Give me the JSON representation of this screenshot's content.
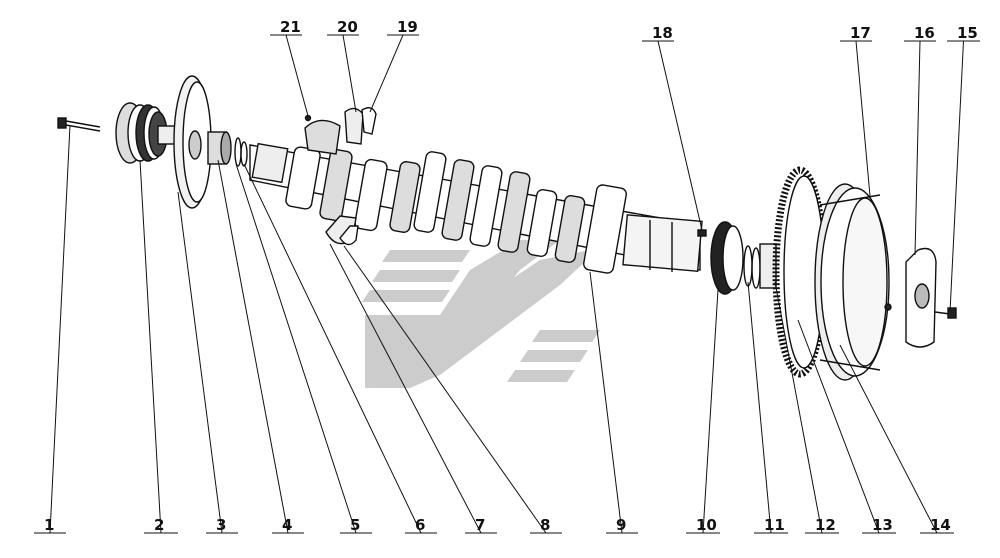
{
  "diagram": {
    "type": "exploded-parts-view",
    "parts": [
      "1",
      "2",
      "3",
      "4",
      "5",
      "6",
      "7",
      "8",
      "9",
      "10",
      "11",
      "12",
      "13",
      "14",
      "15",
      "16",
      "17",
      "18",
      "19",
      "20",
      "21"
    ],
    "colors": {
      "ink": "#111111",
      "watermark": "#b9b9b9",
      "background": "#ffffff"
    }
  }
}
